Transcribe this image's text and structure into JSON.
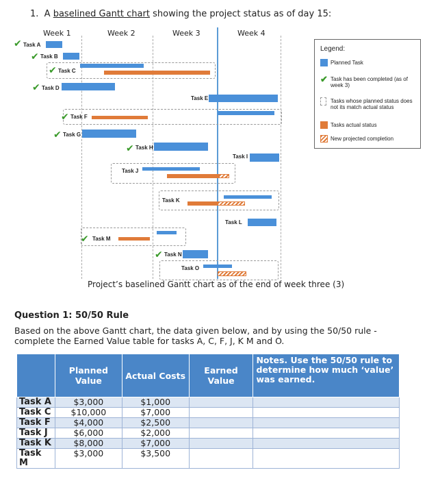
{
  "question_header": {
    "number": "1.",
    "prefix": "A",
    "link_text": "baselined Gantt chart",
    "suffix": "showing the project status as of day 15:"
  },
  "gantt": {
    "weeks": [
      "Week 1",
      "Week 2",
      "Week 3",
      "Week 4"
    ],
    "tasks": [
      "Task A",
      "Task B",
      "Task C",
      "Task D",
      "Task E",
      "Task F",
      "Task G",
      "Task H",
      "Task I",
      "Task J",
      "Task K",
      "Task L",
      "Task M",
      "Task N",
      "Task O"
    ],
    "caption": "Project’s baselined Gantt chart as of the end of week three (3)"
  },
  "legend": {
    "title": "Legend:",
    "planned": "Planned Task",
    "completed": "Task has been completed (as of week 3)",
    "mismatch": "Tasks whose planned status does not its match actual status",
    "actual": "Tasks actual status",
    "projected": "New projected completion"
  },
  "question1": {
    "title": "Question 1:  50/50 Rule",
    "body": "Based on the above Gantt chart, the data given below, and by using the 50/50 rule - complete the Earned Value table for tasks A, C, F, J, K M and O."
  },
  "table": {
    "headers": {
      "task": "",
      "planned": "Planned Value",
      "actual": "Actual Costs",
      "earned": "Earned Value",
      "notes": "Notes. Use the 50/50 rule to determine how much ‘value’ was earned."
    },
    "rows": [
      {
        "task": "Task A",
        "planned": "$3,000",
        "actual": "$1,000"
      },
      {
        "task": "Task C",
        "planned": "$10,000",
        "actual": "$7,000"
      },
      {
        "task": "Task F",
        "planned": "$4,000",
        "actual": "$2,500"
      },
      {
        "task": "Task J",
        "planned": "$6,000",
        "actual": "$2,000"
      },
      {
        "task": "Task K",
        "planned": "$8,000",
        "actual": "$7,000"
      },
      {
        "task": "Task M",
        "planned": "$3,000",
        "actual": "$3,500"
      }
    ]
  }
}
